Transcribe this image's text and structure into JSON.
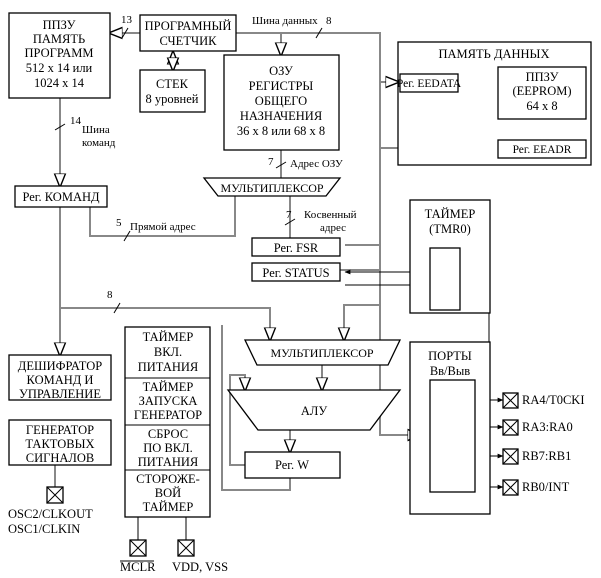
{
  "blocks": {
    "prom": [
      "ППЗУ",
      "ПАМЯТЬ",
      "ПРОГРАММ",
      "512 x 14 или",
      "1024 x 14"
    ],
    "pc": [
      "ПРОГРАМНЫЙ",
      "СЧЕТЧИК"
    ],
    "stack": [
      "СТЕК",
      "8 уровней"
    ],
    "ram": [
      "ОЗУ",
      "РЕГИСТРЫ",
      "ОБЩЕГО",
      "НАЗНАЧЕНИЯ",
      "36 x 8 или 68 x 8"
    ],
    "data_mem_title": "ПАМЯТЬ ДАННЫХ",
    "eedata": "Рег. EEDATA",
    "eeprom": [
      "ППЗУ",
      "(EEPROM)",
      "64 x 8"
    ],
    "eeadr": "Рег. EEADR",
    "ir": "Рег. КОМАНД",
    "mux1": "МУЛЬТИПЛЕКСОР",
    "fsr": "Рег. FSR",
    "status": "Рег. STATUS",
    "timer": [
      "ТАЙМЕР",
      "(TMR0)"
    ],
    "mux2": "МУЛЬТИПЛЕКСОР",
    "alu": "АЛУ",
    "w": "Рег. W",
    "ports": [
      "ПОРТЫ",
      "Вв/Выв"
    ],
    "decoder": [
      "ДЕШИФРАТОР",
      "КОМАНД И",
      "УПРАВЛЕНИЕ"
    ],
    "clock": [
      "ГЕНЕРАТОР",
      "ТАКТОВЫХ",
      "СИГНАЛОВ"
    ],
    "timers": [
      [
        "ТАЙМЕР",
        "ВКЛ.",
        "ПИТАНИЯ"
      ],
      [
        "ТАЙМЕР",
        "ЗАПУСКА",
        "ГЕНЕРАТОР"
      ],
      [
        "СБРОС",
        "ПО ВКЛ.",
        "ПИТАНИЯ"
      ],
      [
        "СТОРОЖЕ-",
        "ВОЙ",
        "ТАЙМЕР"
      ]
    ]
  },
  "pins": {
    "ra4": "RA4/T0CKI",
    "ra3": "RA3:RA0",
    "rb7": "RB7:RB1",
    "rb0": "RB0/INT",
    "osc": [
      "OSC2/CLKOUT",
      "OSC1/CLKIN"
    ],
    "mclr": "MCLR",
    "power": "VDD, VSS"
  },
  "bus_labels": {
    "data_bus": "Шина данных",
    "data_bus_width": "8",
    "pc_width": "13",
    "cmd_bus": [
      "Шина",
      "команд"
    ],
    "cmd_width": "14",
    "ram_addr": "Адрес ОЗУ",
    "ram_addr_width": "7",
    "direct_addr": "Прямой адрес",
    "direct_width": "5",
    "indirect_addr": [
      "Косвенный",
      "адрес"
    ],
    "indirect_width": "7",
    "mux2_width": "8"
  }
}
